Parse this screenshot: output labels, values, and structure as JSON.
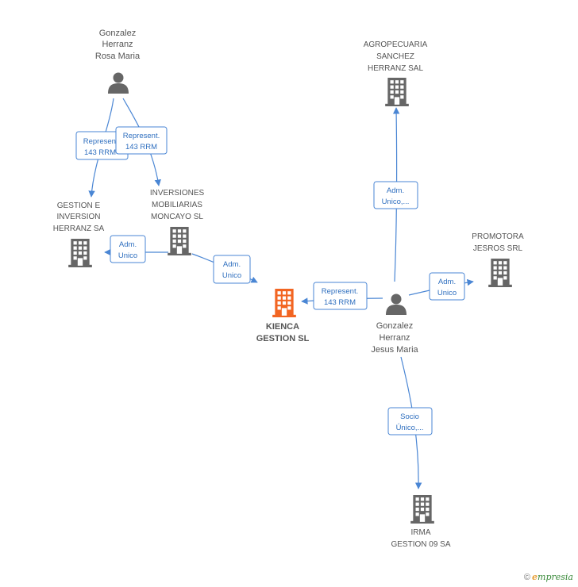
{
  "colors": {
    "edge": "#4a86d4",
    "building": "#666666",
    "building_main": "#f26522",
    "person": "#666666"
  },
  "nodes": {
    "rosa": {
      "type": "person",
      "lines": [
        "Gonzalez",
        "Herranz",
        "Rosa Maria"
      ]
    },
    "gestion_inversion": {
      "type": "company",
      "lines": [
        "GESTION E",
        "INVERSION",
        "HERRANZ SA"
      ]
    },
    "inversiones": {
      "type": "company",
      "lines": [
        "INVERSIONES",
        "MOBILIARIAS",
        "MONCAYO SL"
      ]
    },
    "kienca": {
      "type": "company-main",
      "lines": [
        "KIENCA",
        "GESTION SL"
      ]
    },
    "agropecuaria": {
      "type": "company",
      "lines": [
        "AGROPECUARIA",
        "SANCHEZ",
        "HERRANZ SAL"
      ]
    },
    "jesus": {
      "type": "person",
      "lines": [
        "Gonzalez",
        "Herranz",
        "Jesus Maria"
      ]
    },
    "promotora": {
      "type": "company",
      "lines": [
        "PROMOTORA",
        "JESROS SRL"
      ]
    },
    "irma": {
      "type": "company",
      "lines": [
        "IRMA",
        "GESTION 09 SA"
      ]
    }
  },
  "edges": {
    "rosa_gestion": [
      "Represent.",
      "143 RRM"
    ],
    "rosa_inversiones": [
      "Represent.",
      "143 RRM"
    ],
    "inversiones_gestion": [
      "Adm.",
      "Unico"
    ],
    "inversiones_kienca": [
      "Adm.",
      "Unico"
    ],
    "jesus_kienca": [
      "Represent.",
      "143 RRM"
    ],
    "jesus_agropecuaria": [
      "Adm.",
      "Unico,..."
    ],
    "jesus_promotora": [
      "Adm.",
      "Unico"
    ],
    "jesus_irma": [
      "Socio",
      "Único,..."
    ]
  },
  "brand": {
    "symbol": "©",
    "initial": "e",
    "rest": "mpresia"
  }
}
